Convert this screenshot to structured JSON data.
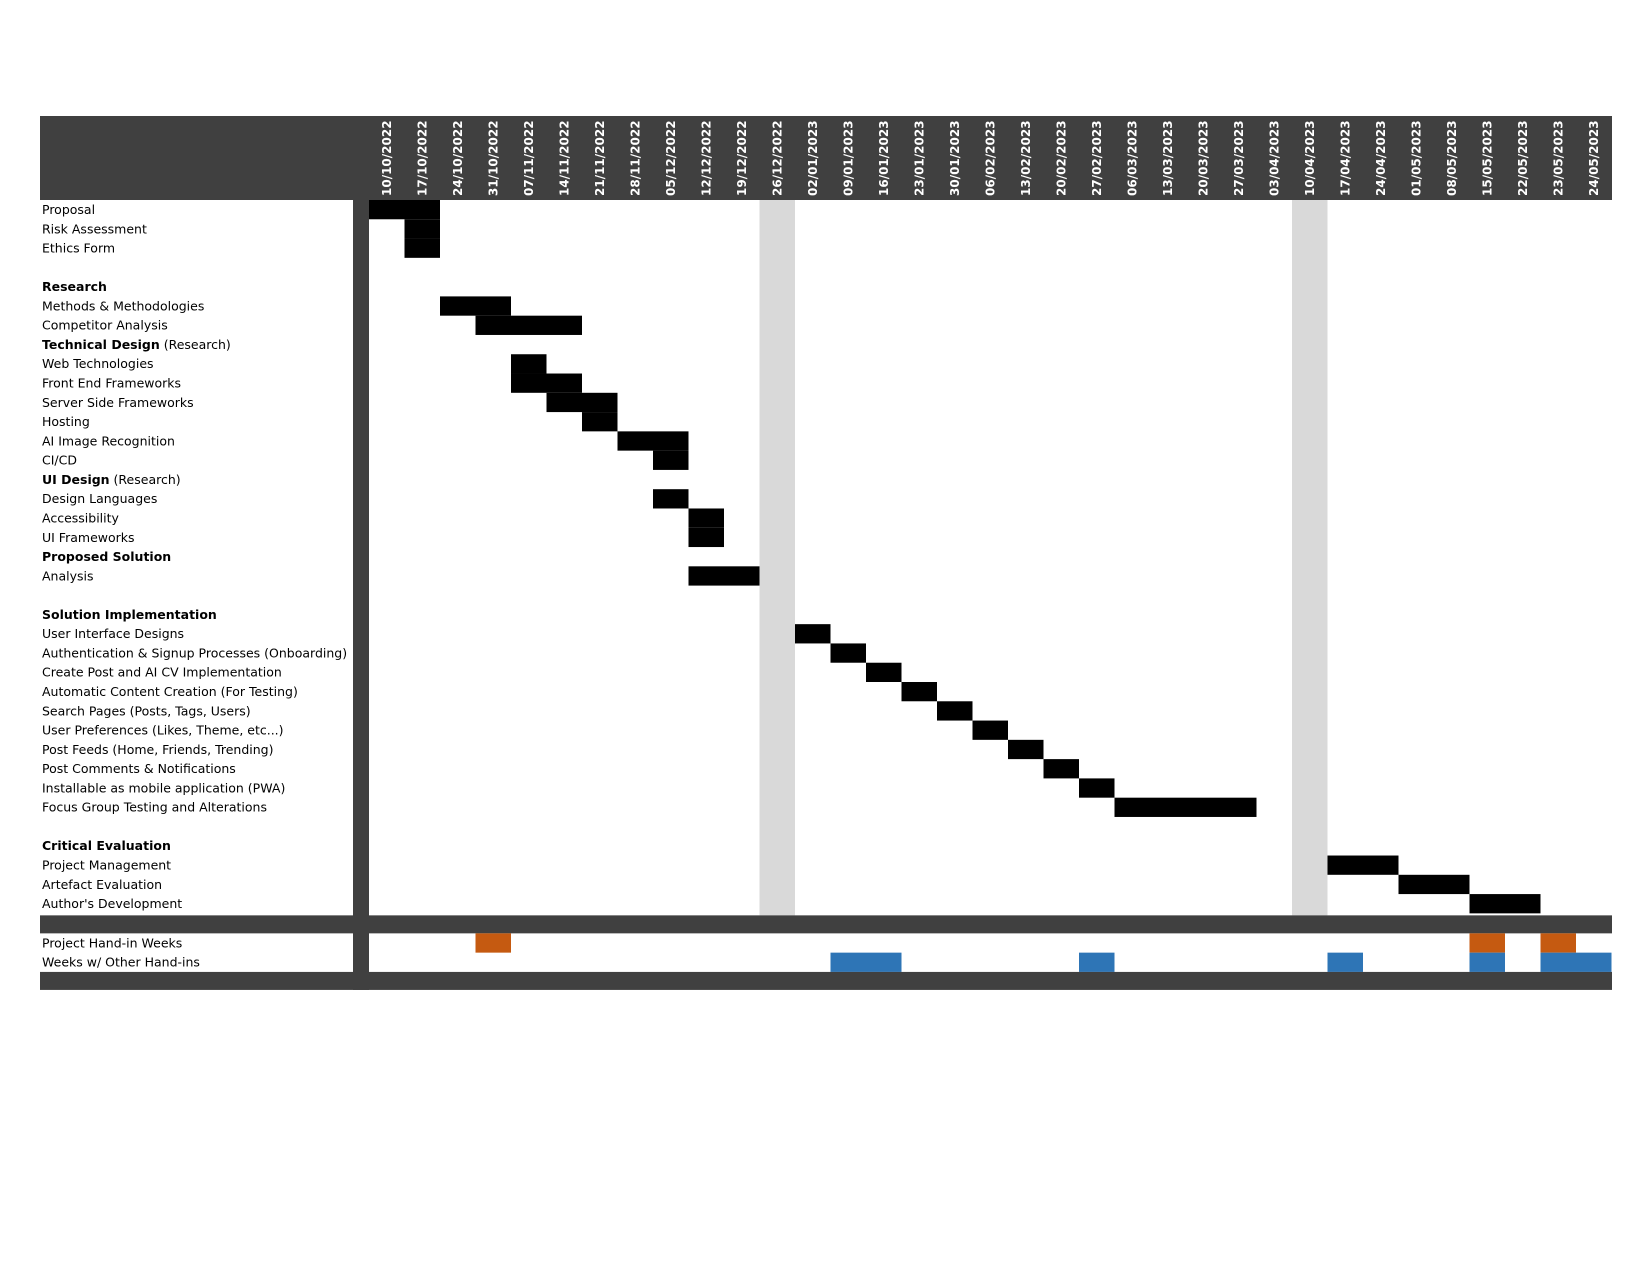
{
  "colors": {
    "frame": "#404040",
    "bar": "#000000",
    "holiday": "#d9d9d9",
    "project_handin": "#c55a11",
    "other_handin": "#2e75b6",
    "header_text": "#ffffff"
  },
  "chart_data": {
    "type": "gantt",
    "week_starts": [
      "10/10/2022",
      "17/10/2022",
      "24/10/2022",
      "31/10/2022",
      "07/11/2022",
      "14/11/2022",
      "21/11/2022",
      "28/11/2022",
      "05/12/2022",
      "12/12/2022",
      "19/12/2022",
      "26/12/2022",
      "02/01/2023",
      "09/01/2023",
      "16/01/2023",
      "23/01/2023",
      "30/01/2023",
      "06/02/2023",
      "13/02/2023",
      "20/02/2023",
      "27/02/2023",
      "06/03/2023",
      "13/03/2023",
      "20/03/2023",
      "27/03/2023",
      "03/04/2023",
      "10/04/2023",
      "17/04/2023",
      "24/04/2023",
      "01/05/2023",
      "08/05/2023",
      "15/05/2023",
      "22/05/2023",
      "23/05/2023",
      "24/05/2023"
    ],
    "shaded_weeks": [
      "26/12/2022",
      "10/04/2023"
    ],
    "tasks": [
      {
        "label": "Proposal",
        "start": "10/10/2022",
        "end": "17/10/2022"
      },
      {
        "label": "Risk Assessment",
        "start": "17/10/2022",
        "end": "17/10/2022"
      },
      {
        "label": "Ethics Form",
        "start": "17/10/2022",
        "end": "17/10/2022"
      },
      {
        "label": ""
      },
      {
        "label": "Research",
        "bold": "Research"
      },
      {
        "label": "Methods & Methodologies",
        "start": "24/10/2022",
        "end": "31/10/2022"
      },
      {
        "label": "Competitor Analysis",
        "start": "31/10/2022",
        "end": "14/11/2022"
      },
      {
        "label": "Technical Design (Research)",
        "bold": "Technical Design",
        "rest": " (Research)"
      },
      {
        "label": "Web Technologies",
        "start": "07/11/2022",
        "end": "07/11/2022"
      },
      {
        "label": "Front End Frameworks",
        "start": "07/11/2022",
        "end": "14/11/2022"
      },
      {
        "label": "Server Side Frameworks",
        "start": "14/11/2022",
        "end": "21/11/2022"
      },
      {
        "label": "Hosting",
        "start": "21/11/2022",
        "end": "21/11/2022"
      },
      {
        "label": "AI Image Recognition",
        "start": "28/11/2022",
        "end": "05/12/2022"
      },
      {
        "label": "CI/CD",
        "start": "05/12/2022",
        "end": "05/12/2022"
      },
      {
        "label": "UI Design (Research)",
        "bold": "UI Design",
        "rest": " (Research)"
      },
      {
        "label": "Design Languages",
        "start": "05/12/2022",
        "end": "05/12/2022"
      },
      {
        "label": "Accessibility",
        "start": "12/12/2022",
        "end": "12/12/2022"
      },
      {
        "label": "UI Frameworks",
        "start": "12/12/2022",
        "end": "12/12/2022"
      },
      {
        "label": "Proposed Solution",
        "bold": "Proposed Solution"
      },
      {
        "label": "Analysis",
        "start": "12/12/2022",
        "end": "19/12/2022"
      },
      {
        "label": ""
      },
      {
        "label": "Solution Implementation",
        "bold": "Solution Implementation"
      },
      {
        "label": "User Interface Designs",
        "start": "02/01/2023",
        "end": "02/01/2023"
      },
      {
        "label": "Authentication & Signup Processes (Onboarding)",
        "start": "09/01/2023",
        "end": "09/01/2023"
      },
      {
        "label": "Create Post and AI CV Implementation",
        "start": "16/01/2023",
        "end": "16/01/2023"
      },
      {
        "label": "Automatic Content Creation (For Testing)",
        "start": "23/01/2023",
        "end": "23/01/2023"
      },
      {
        "label": "Search Pages (Posts, Tags, Users)",
        "start": "30/01/2023",
        "end": "30/01/2023"
      },
      {
        "label": "User Preferences (Likes, Theme, etc...)",
        "start": "06/02/2023",
        "end": "06/02/2023"
      },
      {
        "label": "Post Feeds (Home, Friends, Trending)",
        "start": "13/02/2023",
        "end": "13/02/2023"
      },
      {
        "label": "Post Comments & Notifications",
        "start": "20/02/2023",
        "end": "20/02/2023"
      },
      {
        "label": "Installable as mobile application (PWA)",
        "start": "27/02/2023",
        "end": "27/02/2023"
      },
      {
        "label": "Focus Group Testing and Alterations",
        "start": "06/03/2023",
        "end": "27/03/2023"
      },
      {
        "label": ""
      },
      {
        "label": "Critical Evaluation",
        "bold": "Critical Evaluation"
      },
      {
        "label": "Project Management",
        "start": "17/04/2023",
        "end": "24/04/2023"
      },
      {
        "label": "Artefact Evaluation",
        "start": "01/05/2023",
        "end": "08/05/2023"
      },
      {
        "label": "Author's Development",
        "start": "15/05/2023",
        "end": "22/05/2023"
      }
    ],
    "handins": [
      {
        "label": "Project Hand-in Weeks",
        "color": "project",
        "weeks": [
          "31/10/2022",
          "15/05/2023",
          "23/05/2023"
        ]
      },
      {
        "label": "Weeks w/ Other Hand-ins",
        "color": "other",
        "weeks": [
          "09/01/2023",
          "16/01/2023",
          "27/02/2023",
          "17/04/2023",
          "15/05/2023",
          "23/05/2023",
          "24/05/2023"
        ]
      }
    ]
  }
}
